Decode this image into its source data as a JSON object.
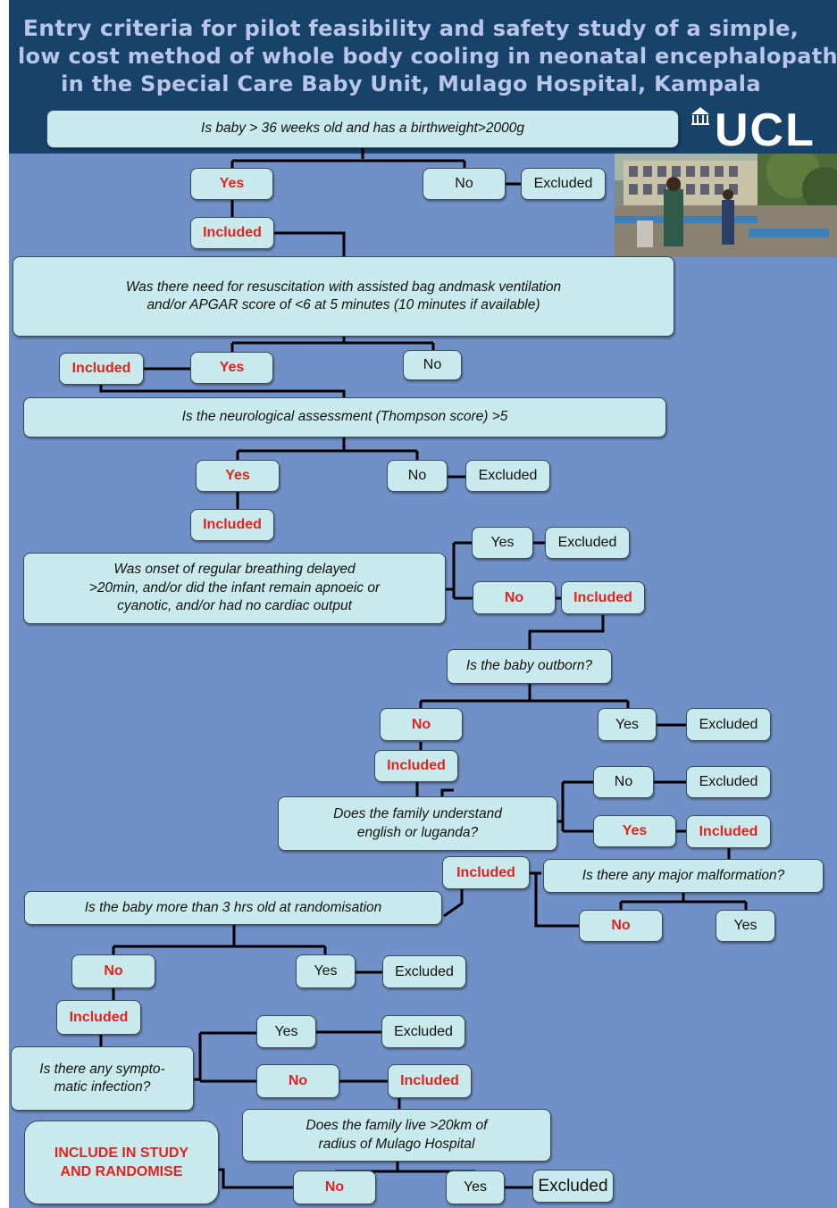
{
  "title": {
    "part1": "Entry criteria",
    "part2": " for pilot feasibility and safety study of a simple,",
    "line2": "low cost method of whole body cooling in neonatal encephalopathy",
    "line3": "in the Special Care Baby Unit, Mulago Hospital, Kampala"
  },
  "logo": {
    "text": "UCL"
  },
  "colors": {
    "background": "#7190c8",
    "header": "#17436b",
    "box": "#c9eaec",
    "highlight": "#e0231e",
    "title": "#b9c6e8"
  },
  "questions": {
    "q1": "Is baby > 36 weeks old and has a birthweight>2000g",
    "q2": "Was there need for resuscitation with assisted bag andmask ventilation\nand/or APGAR score of <6 at 5 minutes (10 minutes if available)",
    "q3": "Is the neurological assessment (Thompson score) >5",
    "q4": "Was onset of regular breathing delayed\n>20min, and/or did  the infant remain apnoeic or\ncyanotic, and/or had no  cardiac output",
    "q5": "Is the baby outborn?",
    "q6": "Does the family understand\nenglish or luganda?",
    "q7": "Is there any major malformation?",
    "q8": "Is the baby more than 3 hrs old at randomisation",
    "q9": "Is there any sympto-\nmatic infection?",
    "q10": "Does the family live >20km of\nradius of Mulago Hospital"
  },
  "labels": {
    "yes": "Yes",
    "no": "No",
    "included": "Included",
    "excluded": "Excluded"
  },
  "final": "INCLUDE IN STUDY\nAND RANDOMISE"
}
